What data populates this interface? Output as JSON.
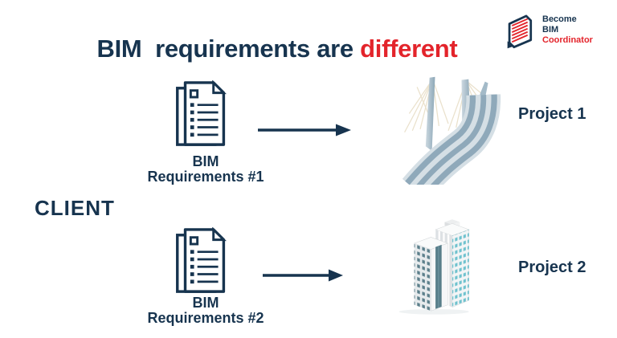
{
  "title": {
    "text_main": "BIM  requirements are ",
    "text_highlight": "different"
  },
  "brand": {
    "name_line1": "Become",
    "name_line2": "BIM",
    "name_line3": "Coordinator"
  },
  "client": {
    "label": "CLIENT"
  },
  "flows": [
    {
      "document": {
        "label_line1": "BIM",
        "label_line2": "Requirements #1"
      },
      "project": {
        "label": "Project 1"
      },
      "illustration": "cable-stayed-bridge"
    },
    {
      "document": {
        "label_line1": "BIM",
        "label_line2": "Requirements #2"
      },
      "project": {
        "label": "Project 2"
      },
      "illustration": "office-tower-building"
    }
  ],
  "colors": {
    "navy": "#17344F",
    "red": "#E3242B",
    "road_steel_blue": "#8FA9BA",
    "road_light_blue": "#D5DFE5",
    "cable_cream": "#EAE1CC",
    "window_teal": "#6FC2CE",
    "window_dark_slate": "#5C7F8B"
  }
}
